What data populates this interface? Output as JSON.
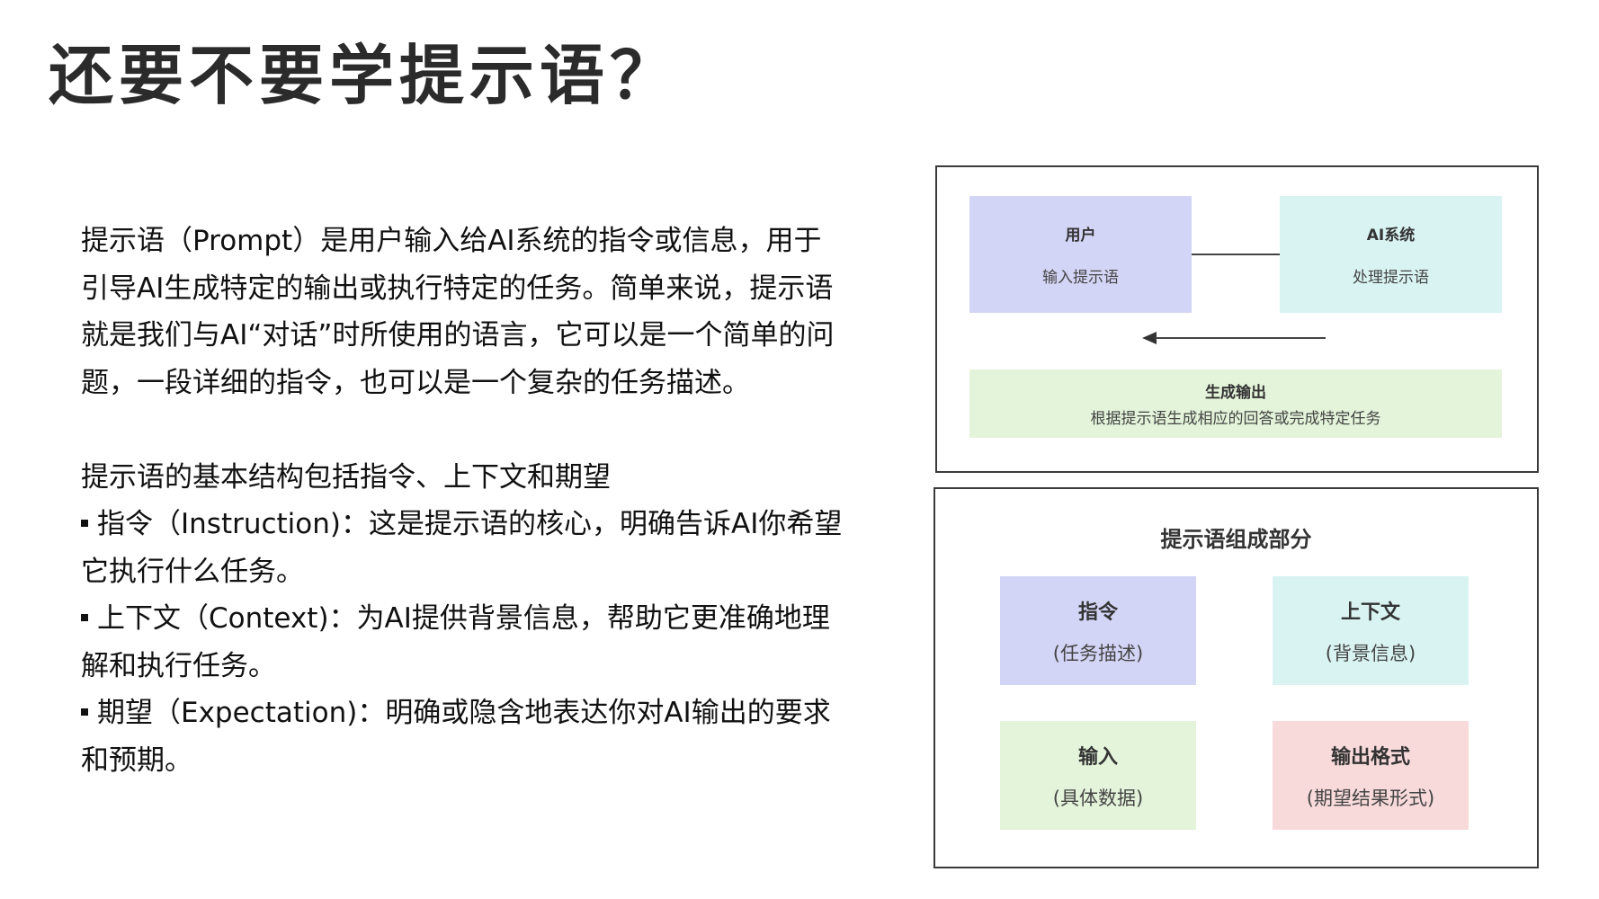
{
  "title": "还要不要学提示语？",
  "intro": {
    "lines": [
      "提示语（Prompt）是用户输入给AI系统的指令或信息，用于",
      "引导AI生成特定的输出或执行特定的任务。简单来说，提示语",
      "就是我们与AI“对话”时所使用的语言，它可以是一个简单的问",
      "题，一段详细的指令，也可以是一个复杂的任务描述。"
    ]
  },
  "structure": {
    "heading": "提示语的基本结构包括指令、上下文和期望",
    "bullets": [
      {
        "line1": "指令（Instruction)：这是提示语的核心，明确告诉AI你希望",
        "line2": "它执行什么任务。"
      },
      {
        "line1": "上下文（Context)：为AI提供背景信息，帮助它更准确地理",
        "line2": "解和执行任务。"
      },
      {
        "line1": "期望（Expectation)：明确或隐含地表达你对AI输出的要求",
        "line2": "和预期。"
      }
    ]
  },
  "flow_diagram": {
    "user": {
      "title": "用户",
      "subtitle": "输入提示语",
      "color": "#d3d5f6"
    },
    "ai": {
      "title": "AI系统",
      "subtitle": "处理提示语",
      "color": "#d9f3f3"
    },
    "output": {
      "title": "生成输出",
      "subtitle": "根据提示语生成相应的回答或完成特定任务",
      "color": "#e3f4da"
    }
  },
  "parts_diagram": {
    "title": "提示语组成部分",
    "cells": [
      {
        "title": "指令",
        "subtitle": "(任务描述)",
        "color": "#d3d5f6"
      },
      {
        "title": "上下文",
        "subtitle": "(背景信息)",
        "color": "#d9f3f3"
      },
      {
        "title": "输入",
        "subtitle": "(具体数据)",
        "color": "#e3f4da"
      },
      {
        "title": "输出格式",
        "subtitle": "(期望结果形式)",
        "color": "#f8dada"
      }
    ]
  }
}
